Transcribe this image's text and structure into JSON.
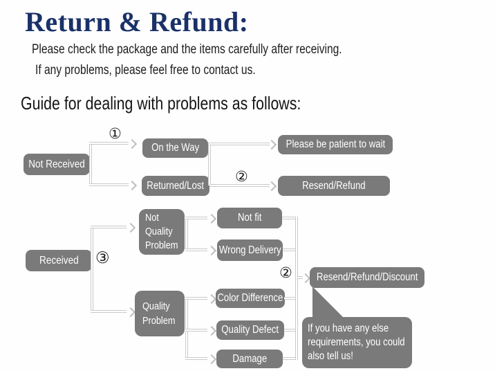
{
  "page": {
    "title": "Return & Refund:",
    "intro_line1": "Please check the package and the items carefully after receiving.",
    "intro_line2": "If any problems, please feel free to contact us.",
    "guide_heading": "Guide for dealing with problems as follows:"
  },
  "markers": {
    "step1": "①",
    "step2_top": "②",
    "step3": "③",
    "step2_bottom": "②"
  },
  "nodes": {
    "not_received": "Not Received",
    "on_the_way": "On the Way",
    "returned_lost": "Returned/Lost",
    "please_wait": "Please be patient to wait",
    "resend_refund": "Resend/Refund",
    "received": "Received",
    "not_quality_problem": "Not Quality Problem",
    "quality_problem": "Quality Problem",
    "not_fit": "Not fit",
    "wrong_delivery": "Wrong Delivery",
    "color_difference": "Color Difference",
    "quality_defect": "Quality Defect",
    "damage": "Damage",
    "resend_refund_discount": "Resend/Refund/Discount"
  },
  "bubble": {
    "line1": "If you have any else",
    "line2": "requirements, you could",
    "line3": "also tell us!"
  },
  "colors": {
    "title_navy": "#1a3168",
    "body_text": "#1c1c1c",
    "node_gray": "#7a7a7a",
    "node_text": "#ffffff",
    "connector_gray": "#c9c9c9"
  }
}
